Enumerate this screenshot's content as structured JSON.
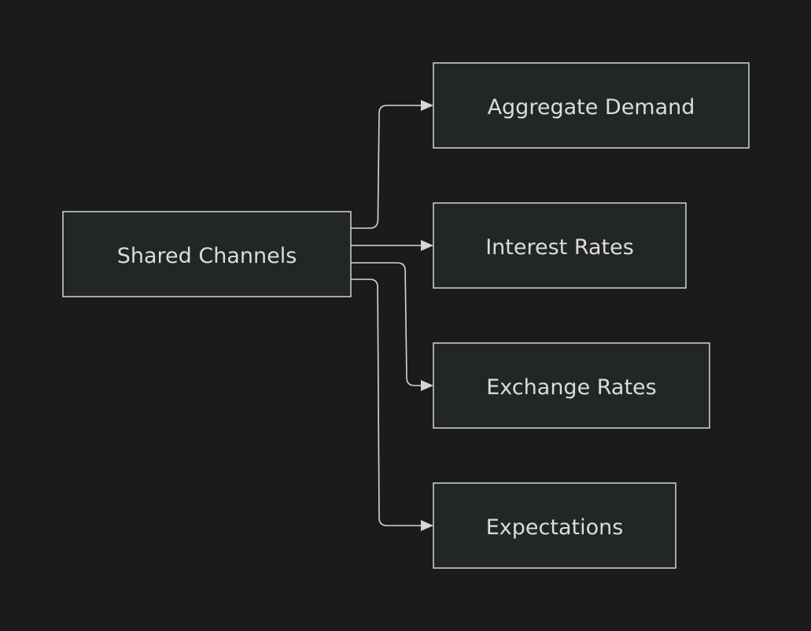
{
  "diagram": {
    "source": {
      "id": "shared",
      "label": "Shared Channels"
    },
    "targets": [
      {
        "id": "aggregate-demand",
        "label": "Aggregate Demand"
      },
      {
        "id": "interest-rates",
        "label": "Interest Rates"
      },
      {
        "id": "exchange-rates",
        "label": "Exchange Rates"
      },
      {
        "id": "expectations",
        "label": "Expectations"
      }
    ],
    "edges": [
      {
        "from": "shared",
        "to": "aggregate-demand"
      },
      {
        "from": "shared",
        "to": "interest-rates"
      },
      {
        "from": "shared",
        "to": "exchange-rates"
      },
      {
        "from": "shared",
        "to": "expectations"
      }
    ],
    "colors": {
      "background": "#1b1b1b",
      "node_fill": "#232626",
      "node_stroke": "#d4d4d4",
      "text": "#dcdcdc",
      "edge": "#d6d6d6"
    }
  }
}
